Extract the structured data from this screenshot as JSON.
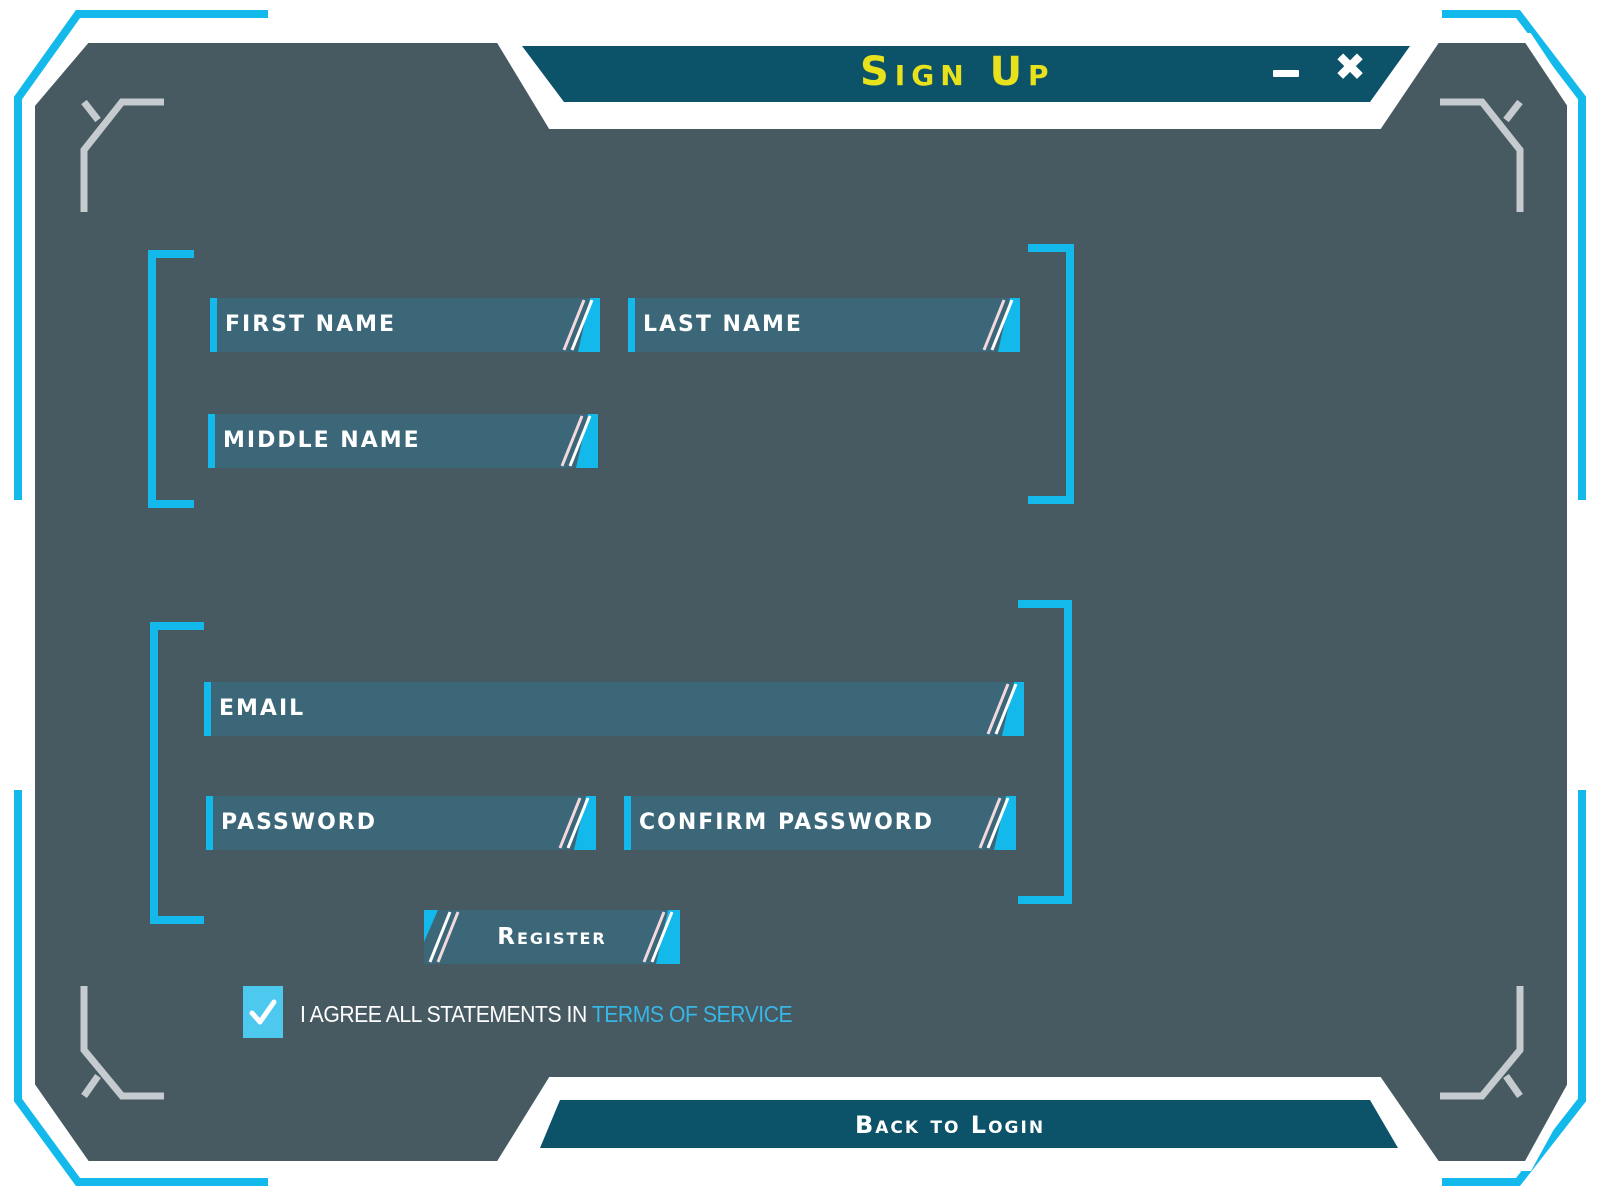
{
  "window": {
    "title": "Sign Up",
    "minimize_icon": "minimize-icon",
    "close_icon": "close-icon"
  },
  "colors": {
    "panel": "#475a62",
    "accent": "#12b9ea",
    "field_bg": "#3b6779",
    "title_bar": "#0c5269",
    "title_text": "#e7e21c"
  },
  "name_section": {
    "first_name_placeholder": "FIRST NAME",
    "last_name_placeholder": "LAST NAME",
    "middle_name_placeholder": "MIDDLE NAME"
  },
  "account_section": {
    "email_placeholder": "EMAIL",
    "password_placeholder": "PASSWORD",
    "confirm_password_placeholder": "CONFIRM PASSWORD"
  },
  "register_label": "Register",
  "terms": {
    "checked": true,
    "text": "I AGREE ALL STATEMENTS IN ",
    "link_text": "TERMS OF SERVICE"
  },
  "back_to_login_label": "Back to Login"
}
